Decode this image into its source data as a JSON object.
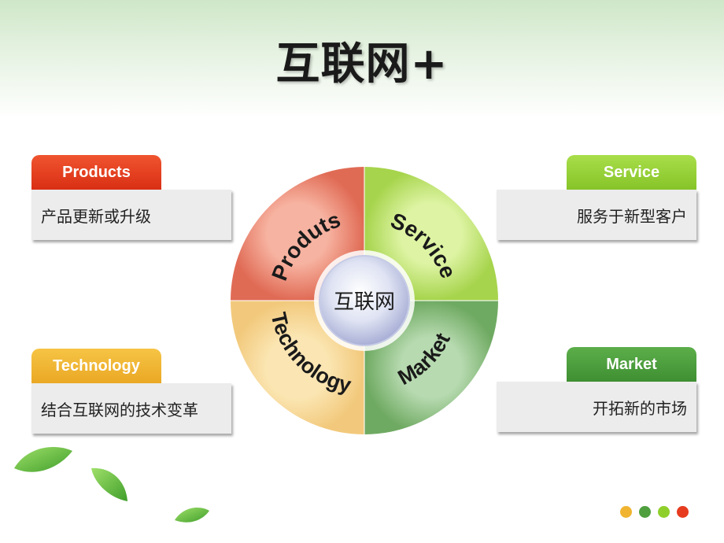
{
  "title": "互联网+",
  "center_label": "互联网",
  "ring_labels": {
    "products": "Produts",
    "service": "Service",
    "technology": "Technology",
    "market": "Market"
  },
  "cards": {
    "products": {
      "tab": "Products",
      "text": "产品更新或升级",
      "color": "#e63b1f"
    },
    "service": {
      "tab": "Service",
      "text": "服务于新型客户",
      "color": "#8fcf2b"
    },
    "technology": {
      "tab": "Technology",
      "text": "结合互联网的技术变革",
      "color": "#f0b431"
    },
    "market": {
      "tab": "Market",
      "text": "开拓新的市场",
      "color": "#4f9f3f"
    }
  },
  "dot_colors": [
    "#f0b431",
    "#4f9f3f",
    "#8fcf2b",
    "#e63b1f"
  ]
}
